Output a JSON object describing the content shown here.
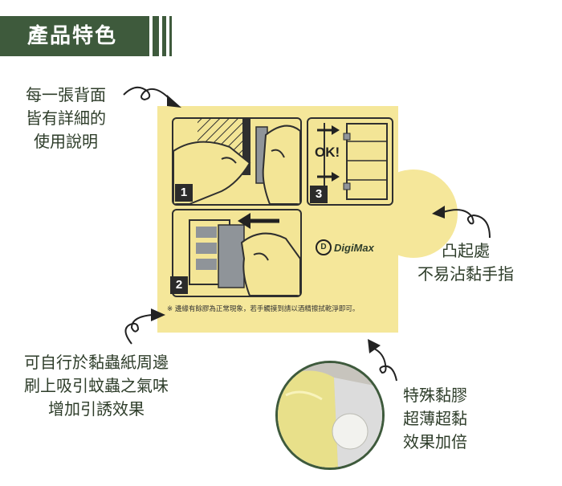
{
  "header": {
    "title": "產品特色"
  },
  "notes": {
    "instructions": [
      "每一張背面",
      "皆有詳細的",
      "使用說明"
    ],
    "tab": [
      "凸起處",
      "不易沾黏手指"
    ],
    "brush": [
      "可自行於黏蟲紙周邊",
      "刷上吸引蚊蟲之氣味",
      "增加引誘效果"
    ],
    "glue": [
      "特殊黏膠",
      "超薄超黏",
      "效果加倍"
    ]
  },
  "card": {
    "steps": [
      "1",
      "2",
      "3"
    ],
    "ok_label": "OK!",
    "warning": "※ 邊緣有餘膠為正常現象，若手觸摸到請以酒精擦拭乾淨即可。",
    "logo": {
      "badge": "D",
      "text": "DigiMax"
    }
  },
  "colors": {
    "header_bg": "#3e5a3c",
    "card": "#f5e79a",
    "text": "#2e3d2a"
  },
  "icons": [
    "arrow-curve-icon",
    "arrow-right-icon",
    "arrow-left-icon"
  ]
}
